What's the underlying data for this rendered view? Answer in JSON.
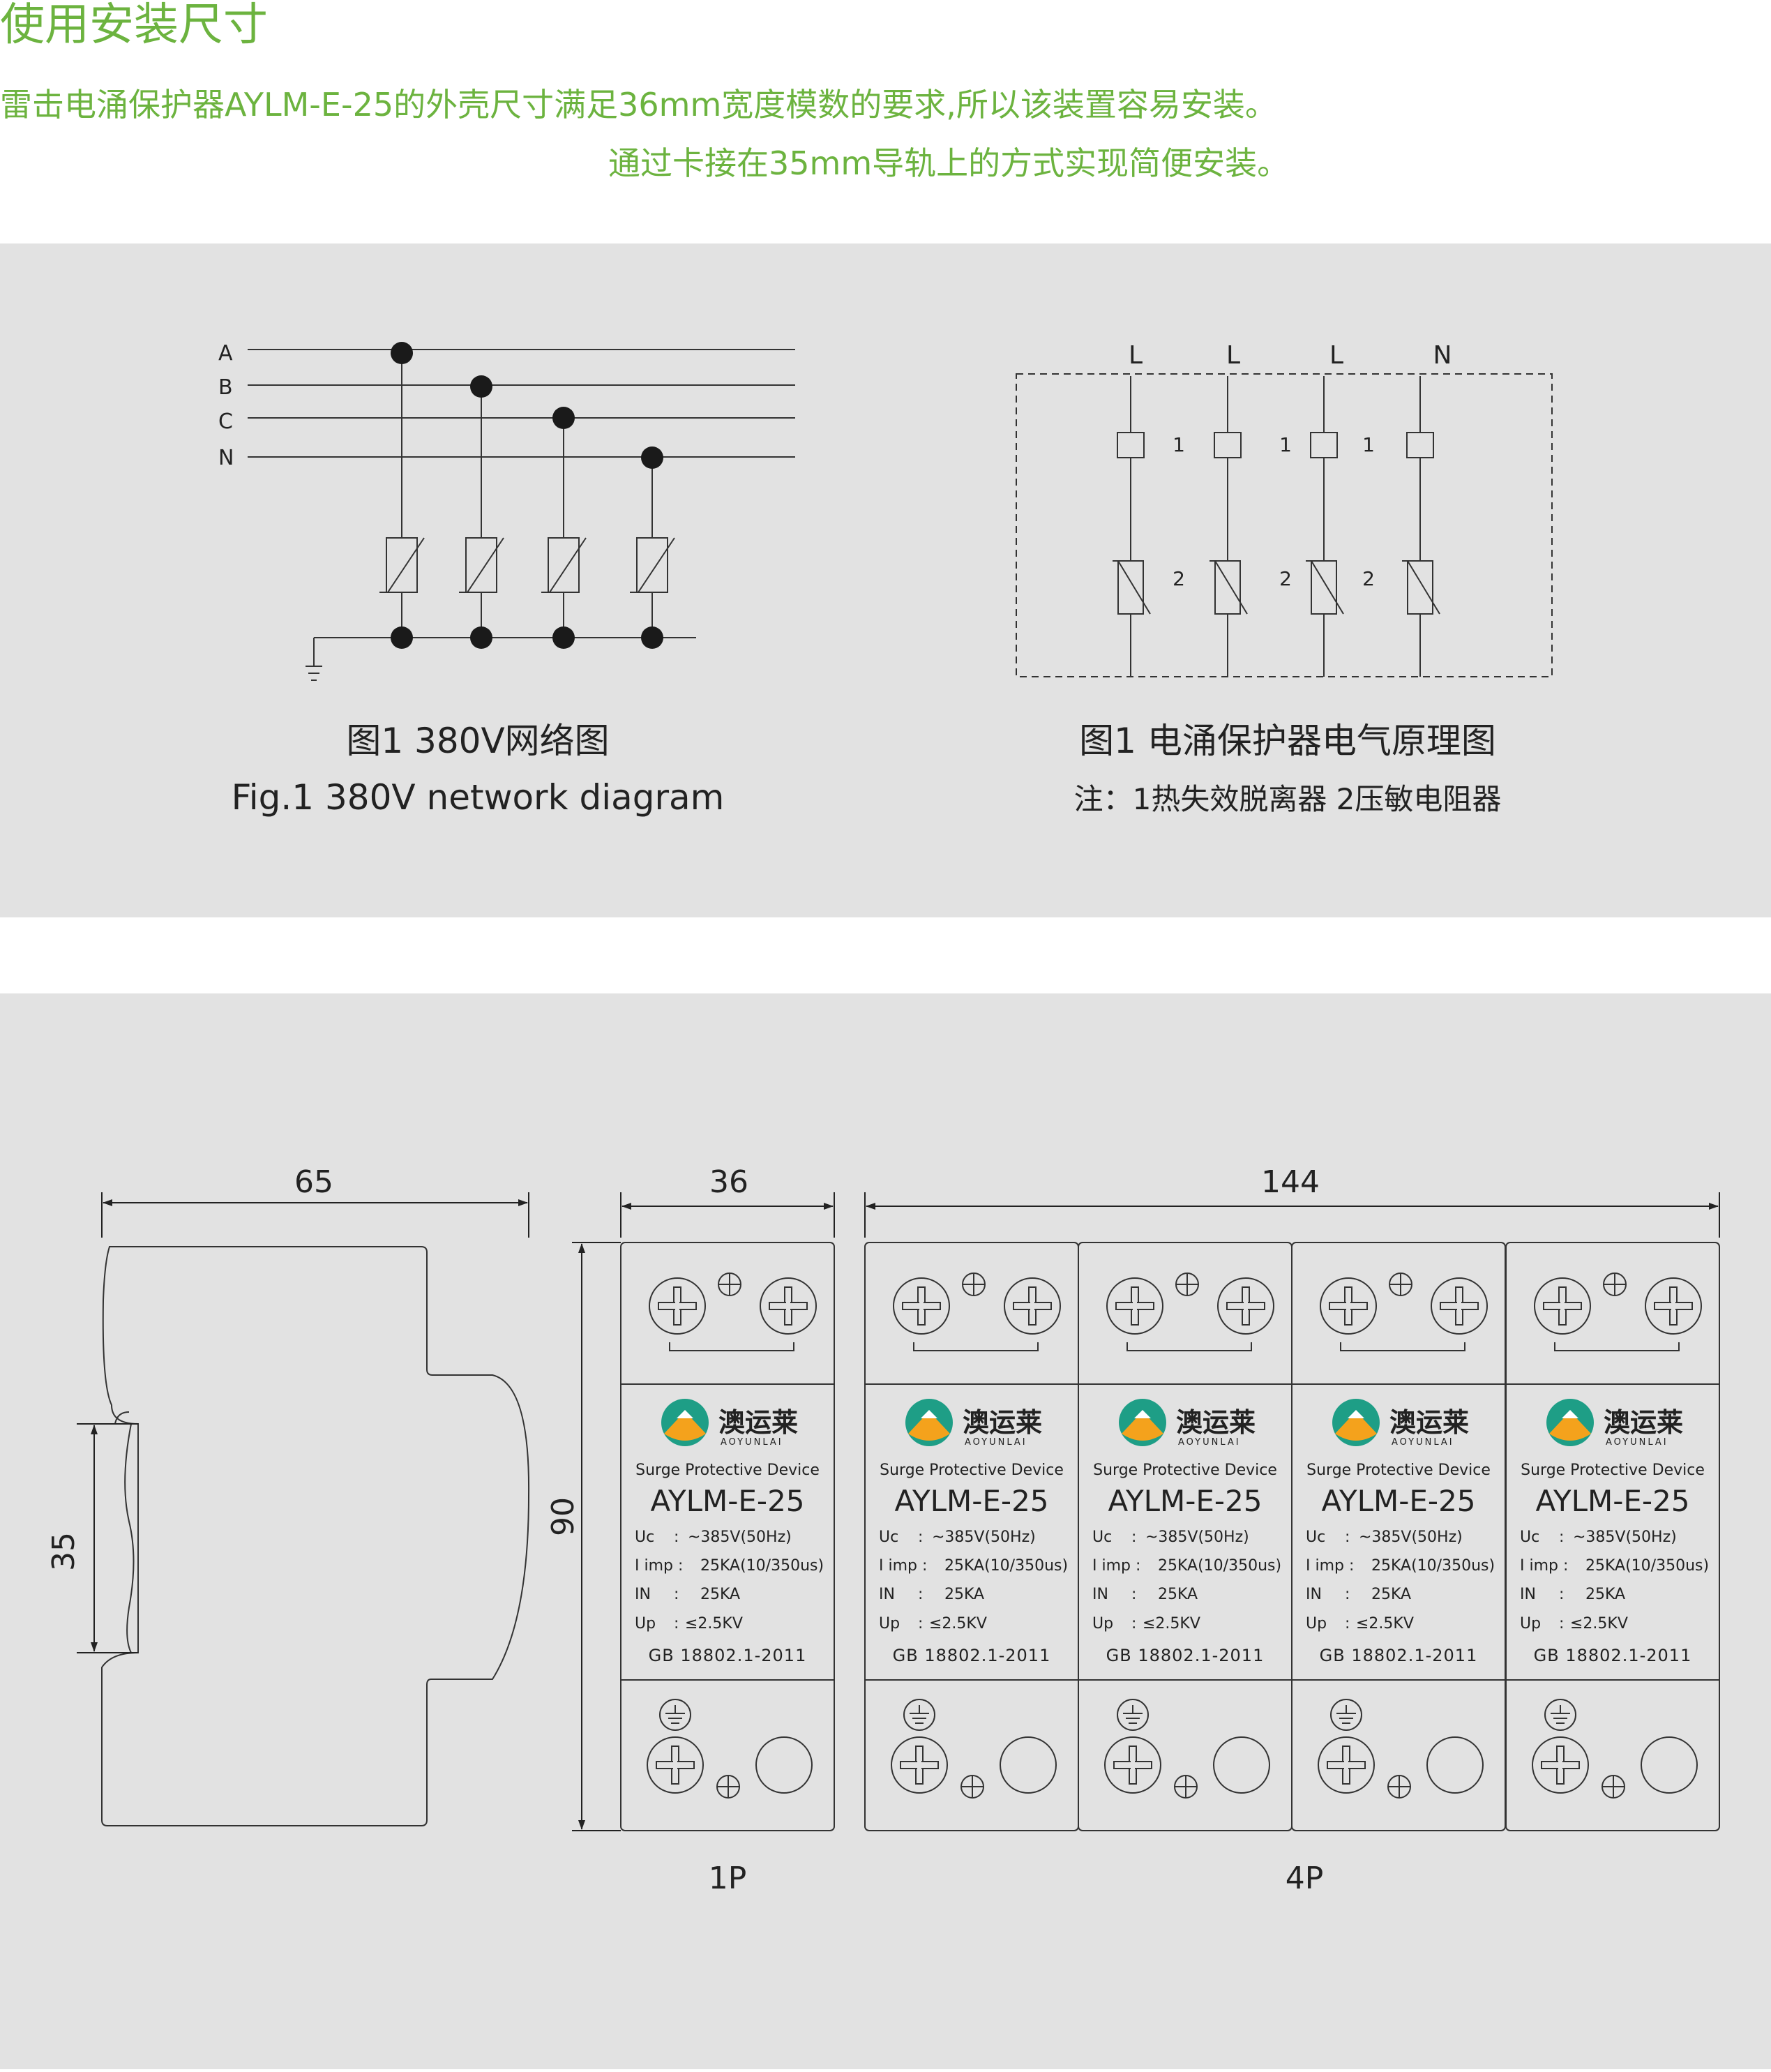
{
  "header": {
    "title": "使用安装尺寸",
    "line1": "雷击电涌保护器AYLM-E-25的外壳尺寸满足36mm宽度模数的要求,所以该装置容易安装。",
    "line2": "通过卡接在35mm导轨上的方式实现简便安装。"
  },
  "network_diagram": {
    "phase_labels": [
      "A",
      "B",
      "C",
      "N"
    ],
    "caption_cn": "图1 380V网络图",
    "caption_en": "Fig.1  380V  network diagram"
  },
  "schematic": {
    "top_labels": [
      "L",
      "L",
      "L",
      "N"
    ],
    "fuse_numbers": [
      "1",
      "1",
      "1"
    ],
    "varistor_numbers": [
      "2",
      "2",
      "2"
    ],
    "caption": "图1 电涌保护器电气原理图",
    "note": "注：1热失效脱离器   2压敏电阻器"
  },
  "dimensions": {
    "side_width": "65",
    "rail_width": "35",
    "module_width": "36",
    "height": "90",
    "total_width": "144",
    "label_1p": "1P",
    "label_4p": "4P"
  },
  "module": {
    "brand_cn": "澳运莱",
    "brand_en": "AOYUNLAI",
    "device_type": "Surge Protective Device",
    "model": "AYLM-E-25",
    "specs": [
      {
        "key": "Uc",
        "sep": ":",
        "value": "~385V(50Hz)"
      },
      {
        "key": "I imp",
        "sep": ":",
        "value": "25KA(10/350us)"
      },
      {
        "key": "IN",
        "sep": ":",
        "value": "25KA"
      },
      {
        "key": "Up",
        "sep": ":",
        "value": "≤2.5KV"
      }
    ],
    "standard": "GB 18802.1-2011"
  },
  "colors": {
    "header_green": "#6cb33f",
    "panel_gray": "#e2e2e2",
    "logo_teal": "#1e9e86",
    "logo_orange": "#f4a21c"
  }
}
